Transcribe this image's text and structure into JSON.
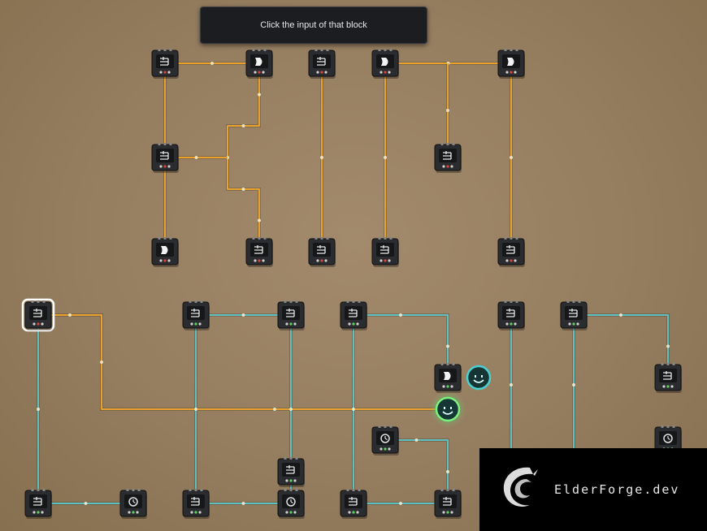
{
  "tooltip": {
    "text": "Click the input of that block"
  },
  "brand": {
    "name": "ElderForge.dev",
    "logo_icon": "dragon-swirl-icon"
  },
  "colors": {
    "wire_active": "#e8a12a",
    "wire_link": "#5fc0c0",
    "block_body": "#2b2c2f",
    "selected_outline": "#ffffff",
    "smiley_ring": "#49d1d1"
  },
  "blocks": [
    {
      "id": "top-and-1",
      "icon": "and-gate-icon",
      "group": "orange"
    },
    {
      "id": "top-or-1",
      "icon": "or-gate-icon",
      "group": "orange"
    },
    {
      "id": "top-and-2",
      "icon": "and-gate-icon",
      "group": "orange"
    },
    {
      "id": "top-or-2",
      "icon": "or-gate-icon",
      "group": "orange"
    },
    {
      "id": "top-or-3",
      "icon": "or-gate-icon",
      "group": "orange"
    },
    {
      "id": "mid-and-1",
      "icon": "and-gate-icon",
      "group": "orange"
    },
    {
      "id": "mid-and-2",
      "icon": "and-gate-icon",
      "group": "orange"
    },
    {
      "id": "row3-or-1",
      "icon": "or-gate-icon",
      "group": "orange"
    },
    {
      "id": "row3-and-1",
      "icon": "and-gate-icon",
      "group": "orange"
    },
    {
      "id": "row3-and-2",
      "icon": "and-gate-icon",
      "group": "orange"
    },
    {
      "id": "row3-and-3",
      "icon": "and-gate-icon",
      "group": "orange"
    },
    {
      "id": "row3-and-4",
      "icon": "and-gate-icon",
      "group": "orange"
    },
    {
      "id": "selected-and",
      "icon": "and-gate-icon",
      "group": "orange",
      "selected": true
    },
    {
      "id": "row4-and-1",
      "icon": "and-gate-icon",
      "group": "teal"
    },
    {
      "id": "row4-and-2",
      "icon": "and-gate-icon",
      "group": "teal"
    },
    {
      "id": "row4-and-3",
      "icon": "and-gate-icon",
      "group": "teal"
    },
    {
      "id": "row4-and-4",
      "icon": "and-gate-icon",
      "group": "teal"
    },
    {
      "id": "row4-and-5",
      "icon": "and-gate-icon",
      "group": "teal"
    },
    {
      "id": "mid-or-teal",
      "icon": "or-gate-icon",
      "group": "teal"
    },
    {
      "id": "right-and",
      "icon": "and-gate-icon",
      "group": "teal"
    },
    {
      "id": "timer-block-1",
      "icon": "timer-icon",
      "group": "teal"
    },
    {
      "id": "sensor-block-right",
      "icon": "sensor-icon",
      "group": "teal"
    },
    {
      "id": "stack-and",
      "icon": "and-gate-icon",
      "group": "teal"
    },
    {
      "id": "bottom-and-1",
      "icon": "and-gate-icon",
      "group": "teal"
    },
    {
      "id": "bottom-timer",
      "icon": "timer-icon",
      "group": "teal"
    },
    {
      "id": "bottom-and-2",
      "icon": "and-gate-icon",
      "group": "teal"
    },
    {
      "id": "bottom-timer-2",
      "icon": "timer-icon",
      "group": "teal"
    },
    {
      "id": "bottom-and-3",
      "icon": "and-gate-icon",
      "group": "teal"
    },
    {
      "id": "bottom-and-4",
      "icon": "and-gate-icon",
      "group": "teal"
    }
  ],
  "indicators": [
    {
      "id": "smiley-indicator-1",
      "icon": "smiley-face-icon"
    },
    {
      "id": "smiley-indicator-2",
      "icon": "smiley-face-icon",
      "glow": true
    }
  ]
}
